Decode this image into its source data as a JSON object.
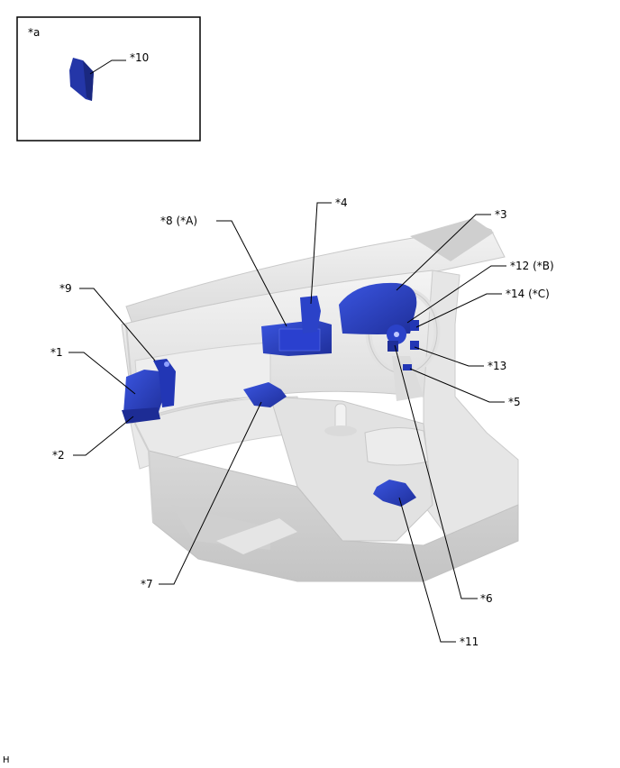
{
  "inset": {
    "label": "*a",
    "callout": "*10"
  },
  "callouts": {
    "c1": "*1",
    "c2": "*2",
    "c3": "*3",
    "c4": "*4",
    "c5": "*5",
    "c6": "*6",
    "c7": "*7",
    "c8": "*8 (*A)",
    "c9": "*9",
    "c11": "*11",
    "c12": "*12 (*B)",
    "c13": "*13",
    "c14": "*14 (*C)"
  },
  "colors": {
    "component_blue": "#2a3fc0",
    "component_dark": "#1c2a8a",
    "body_light": "#eeeeee",
    "body_mid": "#d6d6d6",
    "body_shadow": "#bdbdbd"
  },
  "footer": {
    "code": "H"
  }
}
